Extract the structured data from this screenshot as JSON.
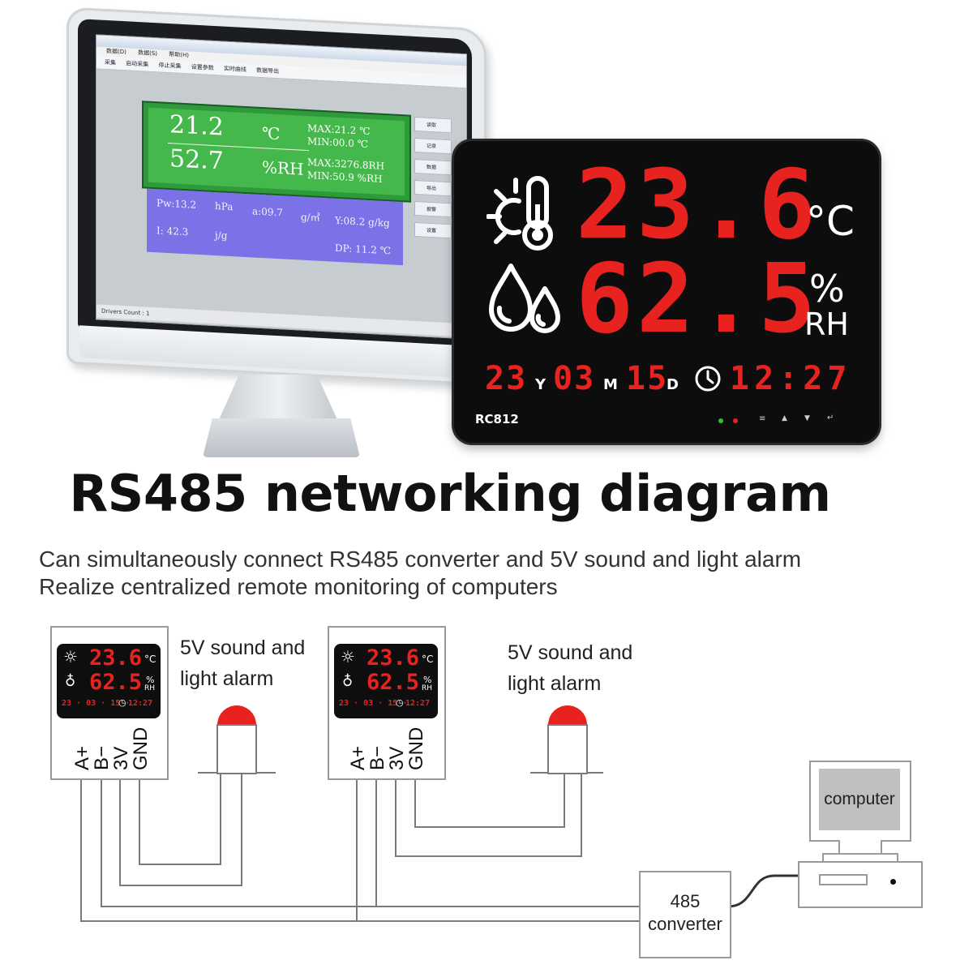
{
  "monitor_app": {
    "menu_items": [
      "数据(D)",
      "数据(S)",
      "帮助(H)"
    ],
    "toolbar_items": [
      "采集",
      "启动采集",
      "停止采集",
      "设置参数",
      "实时曲线",
      "数据导出"
    ],
    "temp_value": "21.2",
    "temp_unit": "℃",
    "temp_max": "MAX:21.2 ℃",
    "temp_min": "MIN:00.0 ℃",
    "hum_value": "52.7",
    "hum_unit": "%RH",
    "hum_max": "MAX:3276.8RH",
    "hum_min": "MIN:50.9 %RH",
    "pw": "Pw:13.2",
    "pw_unit": "hPa",
    "a_value": "a:09.7",
    "a_unit": "g/㎥",
    "y_value": "Y:08.2 g/kg",
    "i_value": "I: 42.3",
    "i_unit": "j/g",
    "dp_value": "DP: 11.2 ℃",
    "side_buttons": [
      "读取",
      "记录",
      "数据",
      "导出",
      "报警",
      "设置"
    ],
    "status_text": "Drivers Count : 1"
  },
  "device": {
    "temperature": "23.6",
    "temperature_unit": "°C",
    "humidity": "62.5",
    "humidity_unit_top": "%",
    "humidity_unit_bottom": "RH",
    "year": "23",
    "year_label": "Y",
    "month": "03",
    "month_label": "M",
    "day": "15",
    "day_label": "D",
    "time": "12:27",
    "model": "RC812",
    "led_colors": [
      "#2fbf3a",
      "#e8231f"
    ],
    "button_icons": [
      "menu-icon",
      "up-icon",
      "down-icon",
      "enter-icon"
    ]
  },
  "heading": {
    "title": "RS485 networking diagram",
    "line1": "Can simultaneously connect RS485 converter and 5V sound and light alarm",
    "line2": "Realize centralized remote monitoring of computers"
  },
  "diagram": {
    "mini_temp": "23.6",
    "mini_temp_unit": "°C",
    "mini_hum": "62.5",
    "mini_hum_unit_top": "%",
    "mini_hum_unit_bottom": "RH",
    "mini_date": "23 · 03 · 15 ·",
    "mini_time": "12:27",
    "pins": [
      "A+",
      "B−",
      "3V",
      "GND"
    ],
    "alarm_label_1": "5V sound and light alarm",
    "alarm_label_2": "5V sound and light alarm",
    "converter_label": "485 converter",
    "computer_label": "computer",
    "alarm_color": "#e8231f"
  }
}
